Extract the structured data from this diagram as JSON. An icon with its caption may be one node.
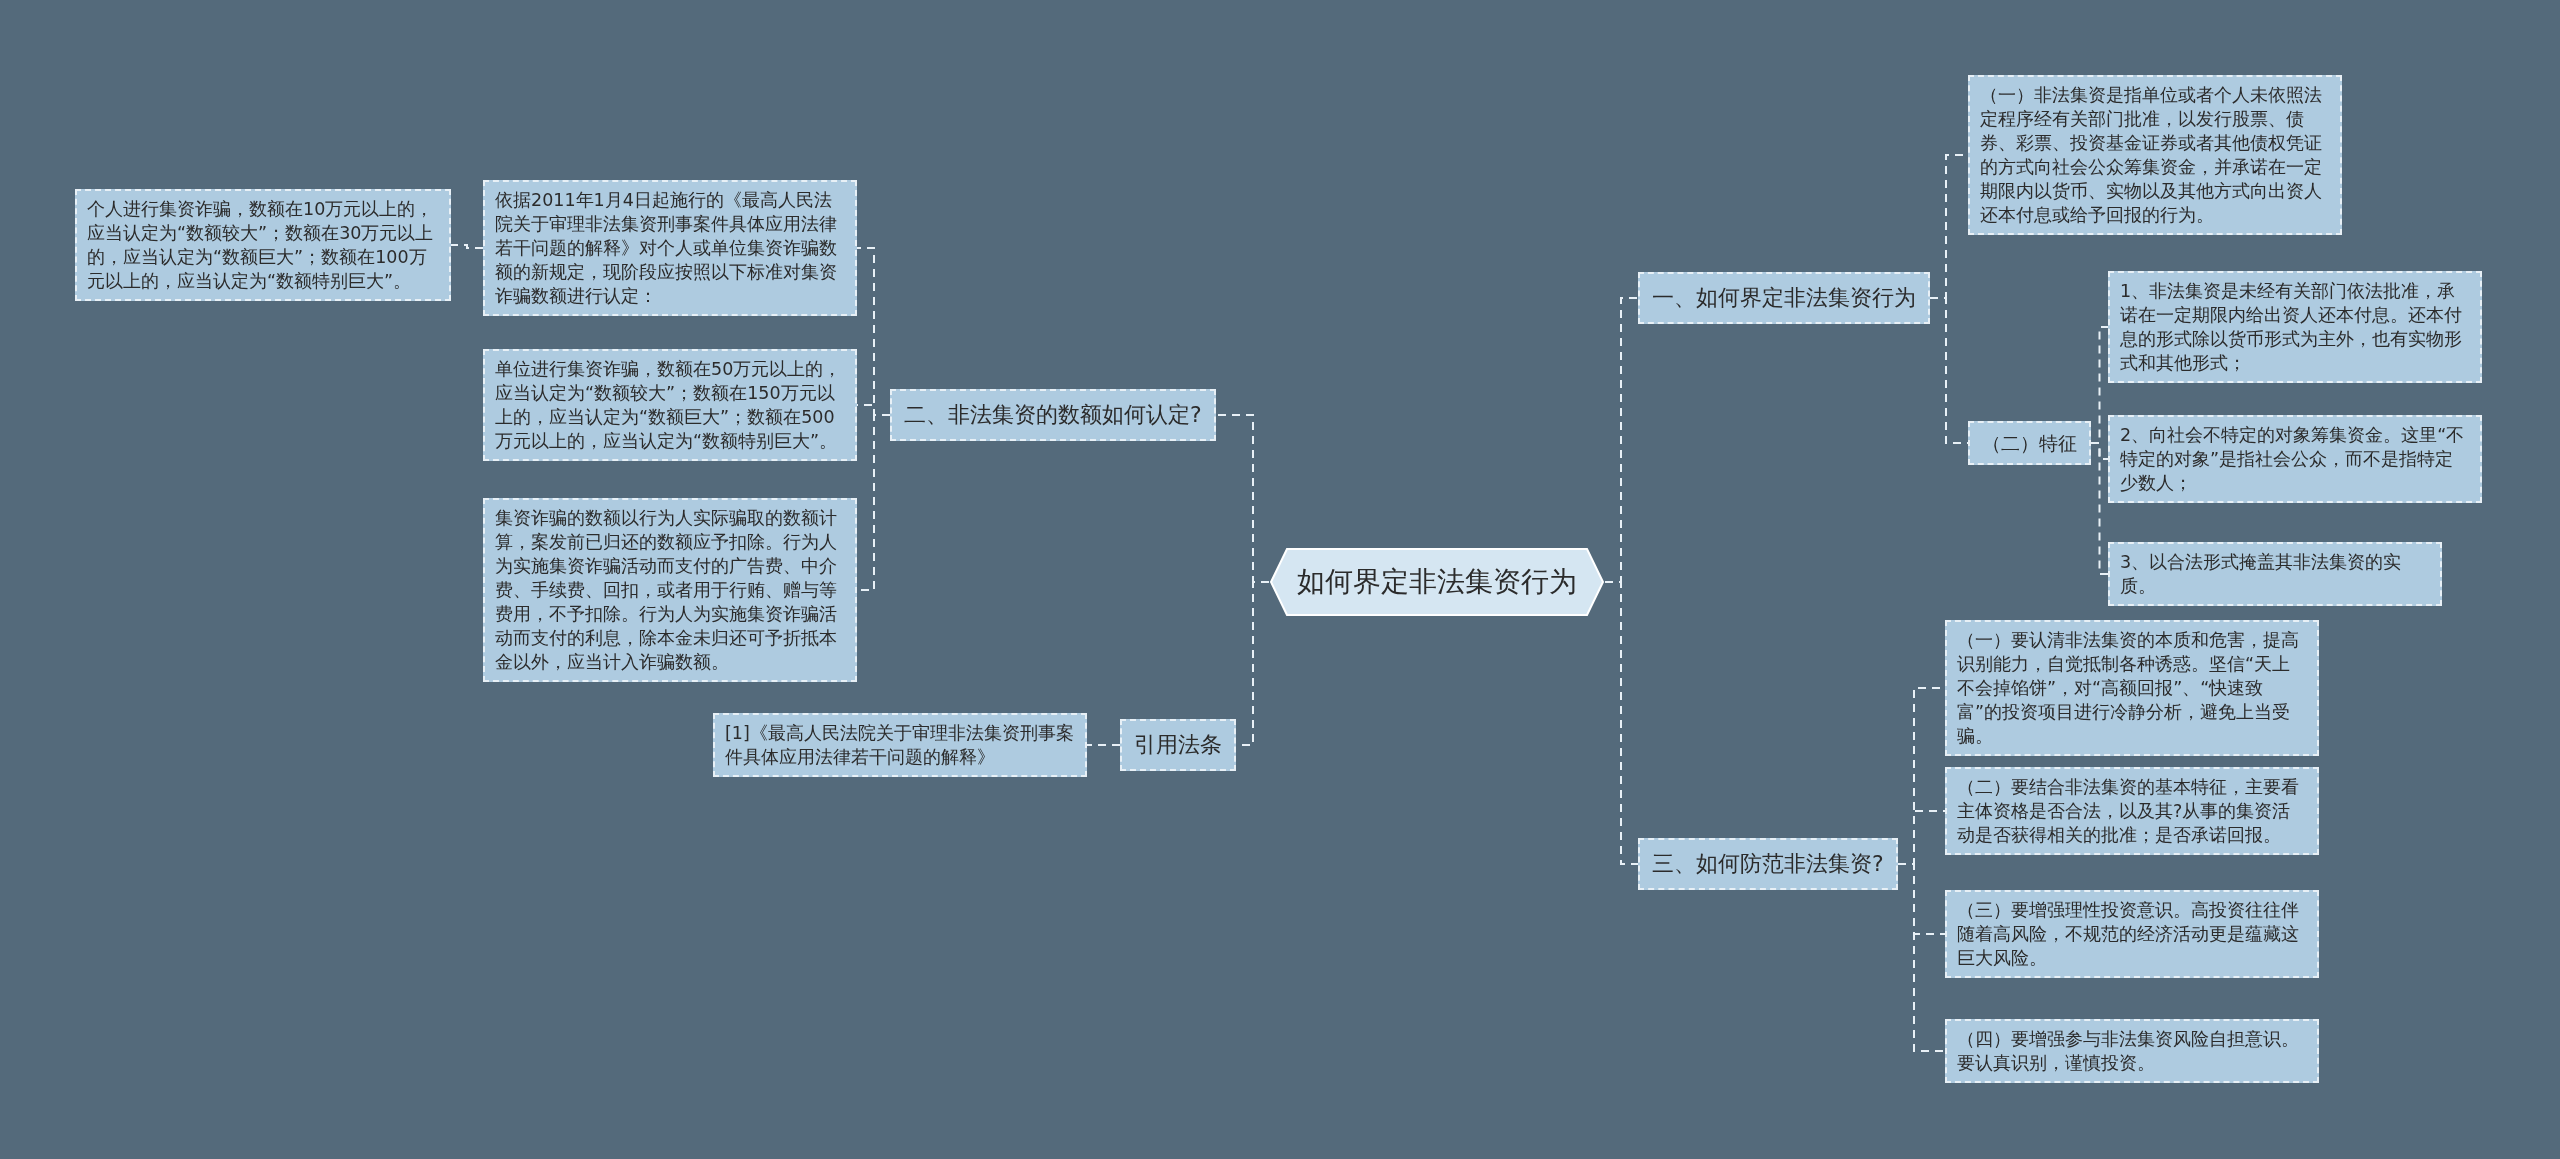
{
  "diagram": {
    "nodes": [
      {
        "text": [
          "如何界定非法集资行为"
        ]
      },
      {
        "text": [
          "一、如何界定非法集资行为"
        ]
      },
      {
        "text": [
          "（一）非法集资是指单位或者个人未依照法定程序经有关部门批准，以发行股票、债券、彩票、投资基金证券或者其他债权凭证的方式向社会公众筹集资金，并承诺在一定期限内以货币、实物以及其他方式向出资人还本付息或给予回报的行为。"
        ]
      },
      {
        "text": [
          "（二）特征"
        ]
      },
      {
        "text": [
          "1、非法集资是未经有关部门依法批准，承诺在一定期限内给出资人还本付息。还本付息的形式除以货币形式为主外，也有实物形式和其他形式；"
        ]
      },
      {
        "text": [
          "2、向社会不特定的对象筹集资金。这里“不特定的对象”是指社会公众，而不是指特定少数人；"
        ]
      },
      {
        "text": [
          "3、以合法形式掩盖其非法集资的实质。"
        ]
      },
      {
        "text": [
          "三、如何防范非法集资?"
        ]
      },
      {
        "text": [
          "（一）要认清非法集资的本质和危害，提高识别能力，自觉抵制各种诱惑。坚信“天上不会掉馅饼”，对“高额回报”、“快速致富”的投资项目进行冷静分析，避免上当受骗。"
        ]
      },
      {
        "text": [
          "（二）要结合非法集资的基本特征，主要看主体资格是否合法，以及其?从事的集资活动是否获得相关的批准；是否承诺回报。"
        ]
      },
      {
        "text": [
          "（三）要增强理性投资意识。高投资往往伴随着高风险，不规范的经济活动更是蕴藏这巨大风险。"
        ]
      },
      {
        "text": [
          "（四）要增强参与非法集资风险自担意识。要认真识别，谨慎投资。"
        ]
      },
      {
        "text": [
          "二、非法集资的数额如何认定?"
        ]
      },
      {
        "text": [
          "依据2011年1月4日起施行的《最高人民法院关于审理非法集资刑事案件具体应用法律若干问题的解释》对个人或单位集资诈骗数额的新规定，现阶段应按照以下标准对集资诈骗数额进行认定："
        ]
      },
      {
        "text": [
          "个人进行集资诈骗，数额在10万元以上的，应当认定为“数额较大”；数额在30万元以上的，应当认定为“数额巨大”；数额在100万元以上的，应当认定为“数额特别巨大”。"
        ]
      },
      {
        "text": [
          "单位进行集资诈骗，数额在50万元以上的，应当认定为“数额较大”；数额在150万元以上的，应当认定为“数额巨大”；数额在500万元以上的，应当认定为“数额特别巨大”。"
        ]
      },
      {
        "text": [
          "集资诈骗的数额以行为人实际骗取的数额计算，案发前已归还的数额应予扣除。行为人为实施集资诈骗活动而支付的广告费、中介费、手续费、回扣，或者用于行贿、赠与等费用，不予扣除。行为人为实施集资诈骗活动而支付的利息，除本金未归还可予折抵本金以外，应当计入诈骗数额。"
        ]
      },
      {
        "text": [
          "引用法条"
        ]
      },
      {
        "text": [
          "[1]《最高人民法院关于审理非法集资刑事案件具体应用法律若干问题的解释》"
        ]
      }
    ],
    "edges": [
      {
        "from": 0,
        "to": 1,
        "arrow": "none"
      },
      {
        "from": 1,
        "to": 2,
        "arrow": "none"
      },
      {
        "from": 1,
        "to": 3,
        "arrow": "none"
      },
      {
        "from": 3,
        "to": 4,
        "arrow": "none"
      },
      {
        "from": 3,
        "to": 5,
        "arrow": "none"
      },
      {
        "from": 3,
        "to": 6,
        "arrow": "none"
      },
      {
        "from": 0,
        "to": 7,
        "arrow": "none"
      },
      {
        "from": 7,
        "to": 8,
        "arrow": "none"
      },
      {
        "from": 7,
        "to": 9,
        "arrow": "none"
      },
      {
        "from": 7,
        "to": 10,
        "arrow": "none"
      },
      {
        "from": 7,
        "to": 11,
        "arrow": "none"
      },
      {
        "from": 0,
        "to": 12,
        "arrow": "none"
      },
      {
        "from": 12,
        "to": 13,
        "arrow": "none"
      },
      {
        "from": 13,
        "to": 14,
        "arrow": "none"
      },
      {
        "from": 12,
        "to": 15,
        "arrow": "none"
      },
      {
        "from": 12,
        "to": 16,
        "arrow": "none"
      },
      {
        "from": 0,
        "to": 17,
        "arrow": "none"
      },
      {
        "from": 17,
        "to": 18,
        "arrow": "none"
      }
    ]
  }
}
